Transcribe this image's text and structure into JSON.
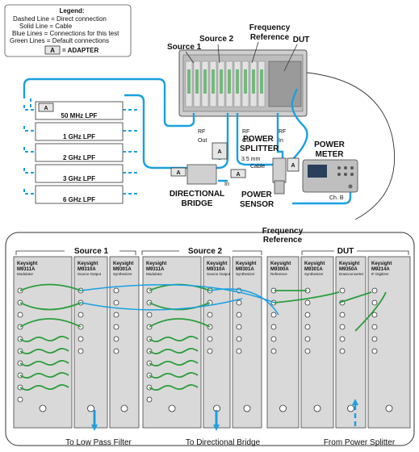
{
  "legend": {
    "title": "Legend:",
    "lines": [
      {
        "text": "Dashed Line = Direct connection",
        "color": "#111111"
      },
      {
        "text": "Solid Line = Cable",
        "color": "#111111"
      },
      {
        "text": "Blue Lines = Connections for this test",
        "color": "#1aa0e0"
      },
      {
        "text": "Green Lines = Default connections",
        "color": "#2a9d3a"
      }
    ],
    "adapter_key": "A",
    "adapter_text": "= ADAPTER"
  },
  "top": {
    "source1": "Source 1",
    "source2": "Source 2",
    "freq_ref_1": "Frequency",
    "freq_ref_2": "Reference",
    "dut": "DUT",
    "rf_out_1": "RF",
    "rf_out_1b": "Out",
    "rf_out_2": "RF",
    "rf_out_2b": "Out",
    "rf_in": "RF",
    "rf_in_b": "In",
    "power_splitter_1": "POWER",
    "power_splitter_2": "SPLITTER",
    "cable_1": "3.5 mm",
    "cable_2": "Cable",
    "power_meter_1": "POWER",
    "power_meter_2": "METER",
    "ch_b": "Ch. B",
    "power_sensor_1": "POWER",
    "power_sensor_2": "SENSOR",
    "directional_bridge_1": "DIRECTIONAL",
    "directional_bridge_2": "BRIDGE",
    "in_label": "In",
    "adapter": "A"
  },
  "filters": [
    "50 MHz LPF",
    "1 GHz LPF",
    "2 GHz LPF",
    "3 GHz LPF",
    "6 GHz LPF"
  ],
  "bottom": {
    "source1": "Source 1",
    "source2": "Source 2",
    "freq_ref_1": "Frequency",
    "freq_ref_2": "Reference",
    "dut": "DUT",
    "modules": [
      {
        "brand": "Keysight",
        "model": "M9311A",
        "desc": "Modulator"
      },
      {
        "brand": "Keysight",
        "model": "M9310A",
        "desc": "Source Output"
      },
      {
        "brand": "Keysight",
        "model": "M9301A",
        "desc": "Synthesizer"
      },
      {
        "brand": "Keysight",
        "model": "M9311A",
        "desc": "Modulator"
      },
      {
        "brand": "Keysight",
        "model": "M9310A",
        "desc": "Source Output"
      },
      {
        "brand": "Keysight",
        "model": "M9301A",
        "desc": "Synthesizer"
      },
      {
        "brand": "Keysight",
        "model": "M9300A",
        "desc": "Reference"
      },
      {
        "brand": "Keysight",
        "model": "M9301A",
        "desc": "Synthesizer"
      },
      {
        "brand": "Keysight",
        "model": "M9350A",
        "desc": "Downconverter"
      },
      {
        "brand": "Keysight",
        "model": "M9214A",
        "desc": "IF Digitizer"
      }
    ],
    "to_lpf": "To Low Pass Filter",
    "to_bridge": "To Directional Bridge",
    "from_splitter": "From Power Splitter"
  },
  "colors": {
    "blue": "#1aa0e0",
    "green": "#2a9d3a",
    "panel": "#d9d9d9"
  }
}
